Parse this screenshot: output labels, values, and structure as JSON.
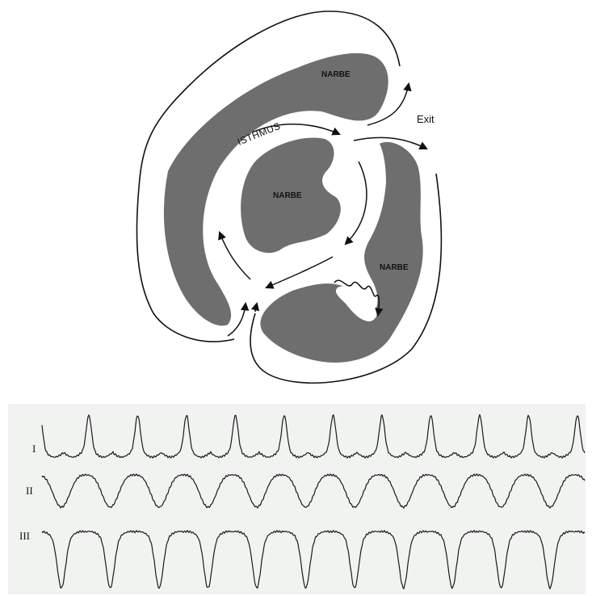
{
  "diagram": {
    "scar_label": "NARBE",
    "isthmus_label": "ISTHMUS",
    "exit_label": "Exit"
  },
  "ecg": {
    "leads": [
      "I",
      "II",
      "III"
    ]
  }
}
